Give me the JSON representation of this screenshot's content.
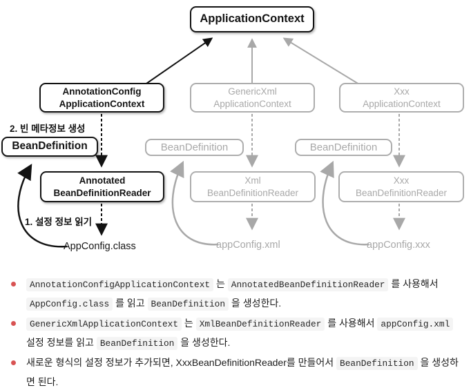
{
  "diagram": {
    "nodes": {
      "application_context": "ApplicationContext",
      "annotation_config": {
        "line1": "AnnotationConfig",
        "line2": "ApplicationContext"
      },
      "generic_xml": {
        "line1": "GenericXml",
        "line2": "ApplicationContext"
      },
      "xxx_context": {
        "line1": "Xxx",
        "line2": "ApplicationContext"
      },
      "bean_definition_left": "BeanDefinition",
      "bean_definition_mid": "BeanDefinition",
      "bean_definition_right": "BeanDefinition",
      "annotated_reader": {
        "line1": "Annotated",
        "line2": "BeanDefinitionReader"
      },
      "xml_reader": {
        "line1": "Xml",
        "line2": "BeanDefinitionReader"
      },
      "xxx_reader": {
        "line1": "Xxx",
        "line2": "BeanDefinitionReader"
      },
      "app_config_class": "AppConfig.class",
      "app_config_xml": "appConfig.xml",
      "app_config_xxx": "appConfig.xxx"
    },
    "labels": {
      "step2": "2. 빈 메타정보 생성",
      "step1": "1. 설정 정보 읽기"
    },
    "colors": {
      "active": "#121212",
      "inactive": "#a8a8a8"
    }
  },
  "notes": {
    "bullet_color": "#d85353",
    "items": [
      {
        "segments": [
          {
            "t": "code",
            "text": "AnnotationConfigApplicationContext"
          },
          {
            "t": "text",
            "text": " 는 "
          },
          {
            "t": "code",
            "text": "AnnotatedBeanDefinitionReader"
          },
          {
            "t": "text",
            "text": " 를 사용해서 "
          },
          {
            "t": "code",
            "text": "AppConfig.class"
          },
          {
            "t": "text",
            "text": " 를 읽고 "
          },
          {
            "t": "code",
            "text": "BeanDefinition"
          },
          {
            "t": "text",
            "text": " 을 생성한다."
          }
        ]
      },
      {
        "segments": [
          {
            "t": "code",
            "text": "GenericXmlApplicationContext"
          },
          {
            "t": "text",
            "text": " 는 "
          },
          {
            "t": "code",
            "text": "XmlBeanDefinitionReader"
          },
          {
            "t": "text",
            "text": " 를 사용해서 "
          },
          {
            "t": "code",
            "text": "appConfig.xml"
          },
          {
            "t": "text",
            "text": " 설정 정보를 읽고 "
          },
          {
            "t": "code",
            "text": "BeanDefinition"
          },
          {
            "t": "text",
            "text": " 을 생성한다."
          }
        ]
      },
      {
        "segments": [
          {
            "t": "text",
            "text": "새로운 형식의 설정 정보가 추가되면, XxxBeanDefinitionReader를 만들어서 "
          },
          {
            "t": "code",
            "text": "BeanDefinition"
          },
          {
            "t": "text",
            "text": " 을 생성하면 된다."
          }
        ]
      }
    ]
  }
}
